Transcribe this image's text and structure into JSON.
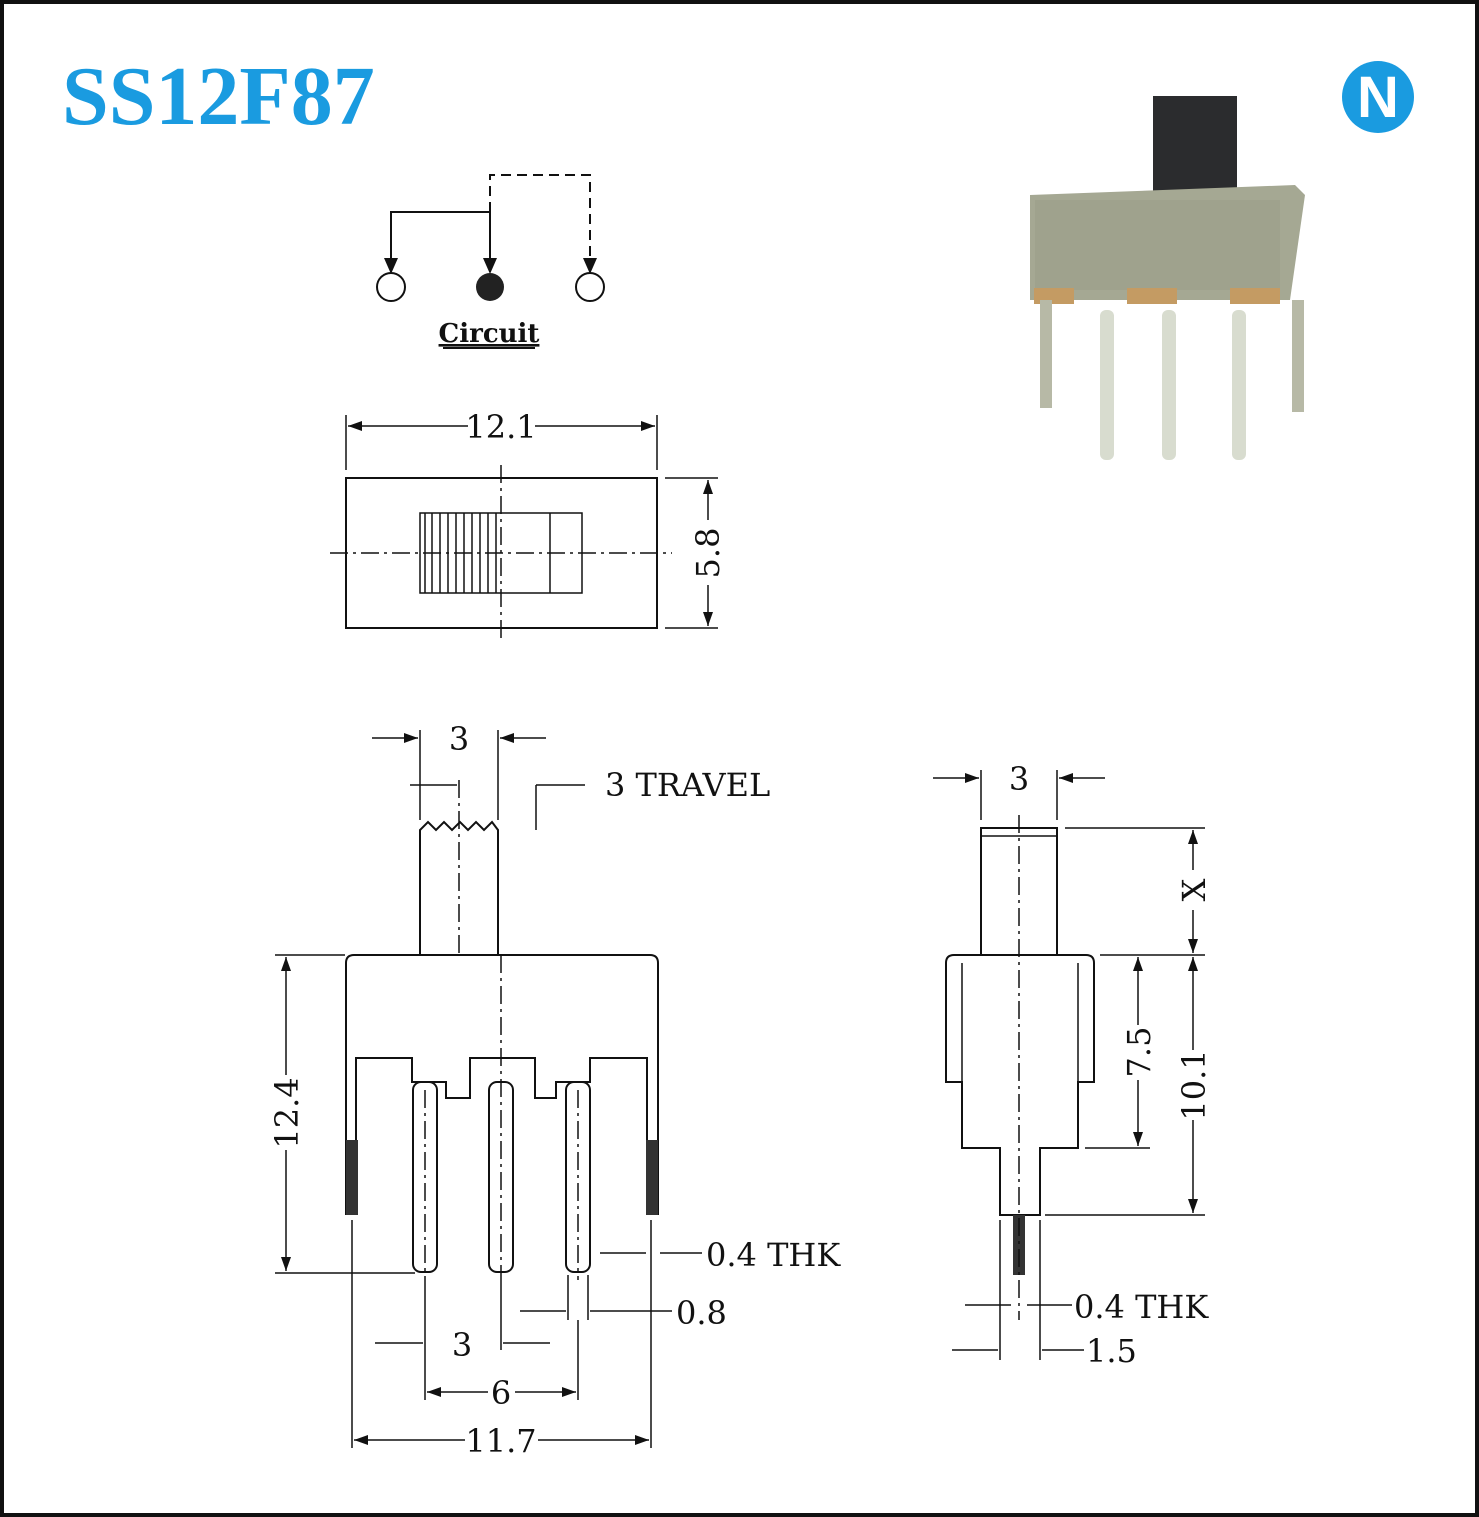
{
  "title": "SS12F87",
  "logo": {
    "letter": "N",
    "color": "#1a9be0"
  },
  "circuit": {
    "label": "Circuit"
  },
  "top_view": {
    "width": "12.1",
    "height": "5.8"
  },
  "front_view": {
    "actuator_width": "3",
    "travel": "3 TRAVEL",
    "height": "12.4",
    "thickness": "0.4 THK",
    "pin_width": "0.8",
    "pin_pitch": "3",
    "pin_span": "6",
    "overall_width": "11.7"
  },
  "side_view": {
    "actuator_width": "3",
    "actuator_height": "X",
    "body_height": "7.5",
    "total_height": "10.1",
    "thickness": "0.4 THK",
    "pin_width": "1.5"
  },
  "colors": {
    "accent": "#1a9be0",
    "line": "#111111"
  }
}
